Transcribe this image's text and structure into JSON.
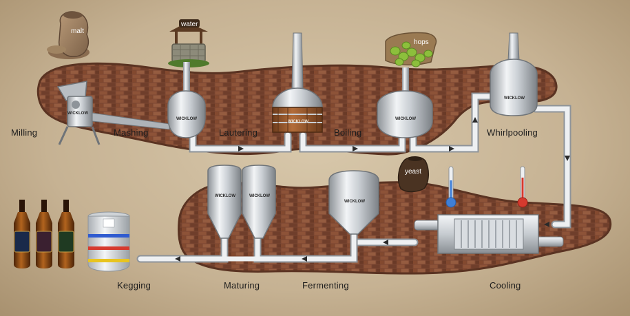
{
  "diagram": {
    "stages": {
      "milling": "Milling",
      "mashing": "Mashing",
      "lautering": "Lautering",
      "boiling": "Boiling",
      "whirlpooling": "Whirlpooling",
      "cooling": "Cooling",
      "fermenting": "Fermenting",
      "maturing": "Maturing",
      "kegging": "Kegging"
    },
    "ingredients": {
      "malt": "malt",
      "water": "water",
      "hops": "hops",
      "yeast": "yeast"
    },
    "brand": "WICKLOW",
    "colors": {
      "brick": "#7a4632",
      "pipe": "#e6e9ec",
      "steel": "#b9bec3",
      "wood": "#9a5a2e",
      "cold": "#3f7fd6",
      "hot": "#d63a2e",
      "background": "#c9b79a"
    }
  }
}
